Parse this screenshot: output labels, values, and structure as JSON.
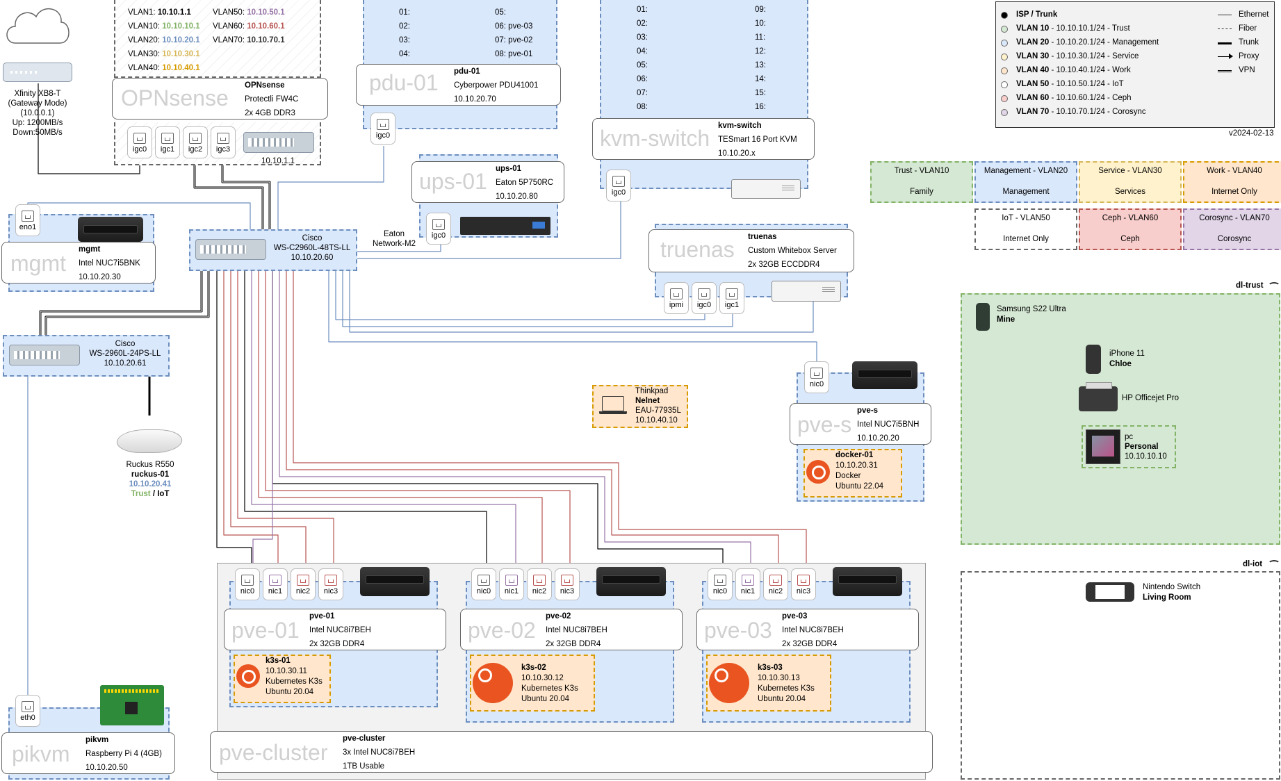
{
  "version": "v2024-02-13",
  "legend": {
    "items": [
      {
        "vlan": "ISP / Trunk",
        "rest": "",
        "color": "#000000"
      },
      {
        "vlan": "VLAN 10",
        "rest": " - 10.10.10.1/24 - Trust",
        "color": "#d5e8d4"
      },
      {
        "vlan": "VLAN 20",
        "rest": " - 10.10.20.1/24 - Management",
        "color": "#dae8fc"
      },
      {
        "vlan": "VLAN 30",
        "rest": " - 10.10.30.1/24 - Service",
        "color": "#fff2cc"
      },
      {
        "vlan": "VLAN 40",
        "rest": " - 10.10.40.1/24 - Work",
        "color": "#ffe6cc"
      },
      {
        "vlan": "VLAN 50",
        "rest": " - 10.10.50.1/24 - IoT",
        "color": "#ffffff"
      },
      {
        "vlan": "VLAN 60",
        "rest": " - 10.10.60.1/24 - Ceph",
        "color": "#f8cecc"
      },
      {
        "vlan": "VLAN 70",
        "rest": " - 10.10.70.1/24 - Corosync",
        "color": "#e1d5e7"
      }
    ],
    "lines": [
      "Ethernet",
      "Fiber",
      "Trunk",
      "Proxy",
      "VPN"
    ]
  },
  "vlan_boxes": [
    {
      "name": "Trust - VLAN10",
      "sub": "Family"
    },
    {
      "name": "Management - VLAN20",
      "sub": "Management"
    },
    {
      "name": "Service - VLAN30",
      "sub": "Services"
    },
    {
      "name": "Work - VLAN40",
      "sub": "Internet Only"
    },
    {
      "name": "IoT - VLAN50",
      "sub": "Internet Only"
    },
    {
      "name": "Ceph - VLAN60",
      "sub": "Ceph"
    },
    {
      "name": "Corosync - VLAN70",
      "sub": "Corosync"
    }
  ],
  "gateway": {
    "l1": "Xfinity XB8-T",
    "l2": "(Gateway Mode)",
    "l3": "(10.0.0.1)",
    "l4": "Up: 1200MB/s",
    "l5": "Down:50MB/s"
  },
  "opnsense": {
    "big": "OPNsense",
    "name": "OPNsense",
    "model": "Protectli FW4C",
    "ram": "2x 4GB DDR3",
    "vlans": [
      {
        "k": "VLAN1:",
        "v": "10.10.1.1",
        "c": "#000000"
      },
      {
        "k": "VLAN50:",
        "v": "10.10.50.1",
        "c": "#9673a6"
      },
      {
        "k": "VLAN10:",
        "v": "10.10.10.1",
        "c": "#82b366"
      },
      {
        "k": "VLAN60:",
        "v": "10.10.60.1",
        "c": "#b85450"
      },
      {
        "k": "VLAN20:",
        "v": "10.10.20.1",
        "c": "#6c8ebf"
      },
      {
        "k": "VLAN70:",
        "v": "10.10.70.1",
        "c": "#333333"
      },
      {
        "k": "VLAN30:",
        "v": "10.10.30.1",
        "c": "#d6b656"
      },
      {
        "k": "VLAN40:",
        "v": "10.10.40.1",
        "c": "#d79b00"
      }
    ],
    "ports": [
      "igc0",
      "igc1",
      "igc2",
      "igc3"
    ],
    "switch_ip": "10.10.1.1"
  },
  "pdu": {
    "big": "pdu-01",
    "name": "pdu-01",
    "model": "Cyberpower PDU41001",
    "ip": "10.10.20.70",
    "port": "igc0",
    "outlets_left": [
      "01:",
      "02:",
      "03:",
      "04:"
    ],
    "outlets_right": [
      "05:",
      "06: pve-03",
      "07: pve-02",
      "08: pve-01"
    ]
  },
  "kvm": {
    "big": "kvm-switch",
    "name": "kvm-switch",
    "model": "TESmart 16 Port KVM",
    "ip": "10.10.20.x",
    "port": "igc0",
    "left": [
      "01:",
      "02:",
      "03:",
      "04:",
      "05:",
      "06:",
      "07:",
      "08:"
    ],
    "right": [
      "09:",
      "10:",
      "11:",
      "12:",
      "13:",
      "14:",
      "15:",
      "16:"
    ]
  },
  "ups": {
    "big": "ups-01",
    "name": "ups-01",
    "model": "Eaton 5P750RC",
    "ip": "10.10.20.80",
    "port": "igc0",
    "net": "Eaton",
    "net2": "Network-M2"
  },
  "truenas": {
    "big": "truenas",
    "name": "truenas",
    "model": "Custom Whitebox Server",
    "ram": "2x 32GB ECCDDR4",
    "ports": [
      "ipmi",
      "igc0",
      "igc1"
    ]
  },
  "mgmt": {
    "big": "mgmt",
    "name": "mgmt",
    "model": "Intel NUC7i5BNK",
    "ip": "10.10.20.30",
    "port": "eno1"
  },
  "core_switch": {
    "l1": "Cisco",
    "l2": "WS-C2960L-48TS-LL",
    "l3": "10.10.20.60"
  },
  "poe_switch": {
    "l1": "Cisco",
    "l2": "WS-2960L-24PS-LL",
    "l3": "10.10.20.61"
  },
  "ap": {
    "l1": "Ruckus R550",
    "l2": "ruckus-01",
    "l3": "10.10.20.41",
    "trust": "Trust",
    "sep": " / IoT"
  },
  "pikvm": {
    "big": "pikvm",
    "name": "pikvm",
    "model": "Raspberry Pi 4 (4GB)",
    "ip": "10.10.20.50",
    "port": "eth0"
  },
  "thinkpad": {
    "l1": "Thinkpad",
    "l2": "Nelnet",
    "l3": "EAU-77935L",
    "l4": "10.10.40.10"
  },
  "pves": {
    "big": "pve-s",
    "name": "pve-s",
    "model": "Intel NUC7i5BNH",
    "ip": "10.10.20.20",
    "port": "nic0",
    "vm": {
      "name": "docker-01",
      "ip": "10.10.20.31",
      "role": "Docker",
      "os": "Ubuntu 22.04"
    }
  },
  "pve_nodes": [
    {
      "big": "pve-01",
      "name": "pve-01",
      "model": "Intel NUC8i7BEH",
      "ram": "2x 32GB DDR4",
      "vm": {
        "name": "k3s-01",
        "ip": "10.10.30.11",
        "role": "Kubernetes K3s",
        "os": "Ubuntu 20.04"
      }
    },
    {
      "big": "pve-02",
      "name": "pve-02",
      "model": "Intel NUC8i7BEH",
      "ram": "2x 32GB DDR4",
      "vm": {
        "name": "k3s-02",
        "ip": "10.10.30.12",
        "role": "Kubernetes K3s",
        "os": "Ubuntu 20.04"
      }
    },
    {
      "big": "pve-03",
      "name": "pve-03",
      "model": "Intel NUC8i7BEH",
      "ram": "2x 32GB DDR4",
      "vm": {
        "name": "k3s-03",
        "ip": "10.10.30.13",
        "role": "Kubernetes K3s",
        "os": "Ubuntu 20.04"
      }
    }
  ],
  "nics": [
    "nic0",
    "nic1",
    "nic2",
    "nic3"
  ],
  "cluster": {
    "big": "pve-cluster",
    "name": "pve-cluster",
    "model": "3x Intel NUC8i7BEH",
    "storage": "1TB Usable"
  },
  "dl_trust": {
    "label": "dl-trust",
    "devices": [
      {
        "l1": "Samsung S22 Ultra",
        "l2": "Mine"
      },
      {
        "l1": "iPhone 11",
        "l2": "Chloe"
      },
      {
        "l1": "HP Officejet Pro",
        "l2": ""
      },
      {
        "l1": "pc",
        "l2": "Personal",
        "l3": "10.10.10.10"
      }
    ]
  },
  "dl_iot": {
    "label": "dl-iot",
    "device": {
      "l1": "Nintendo Switch",
      "l2": "Living Room"
    }
  }
}
